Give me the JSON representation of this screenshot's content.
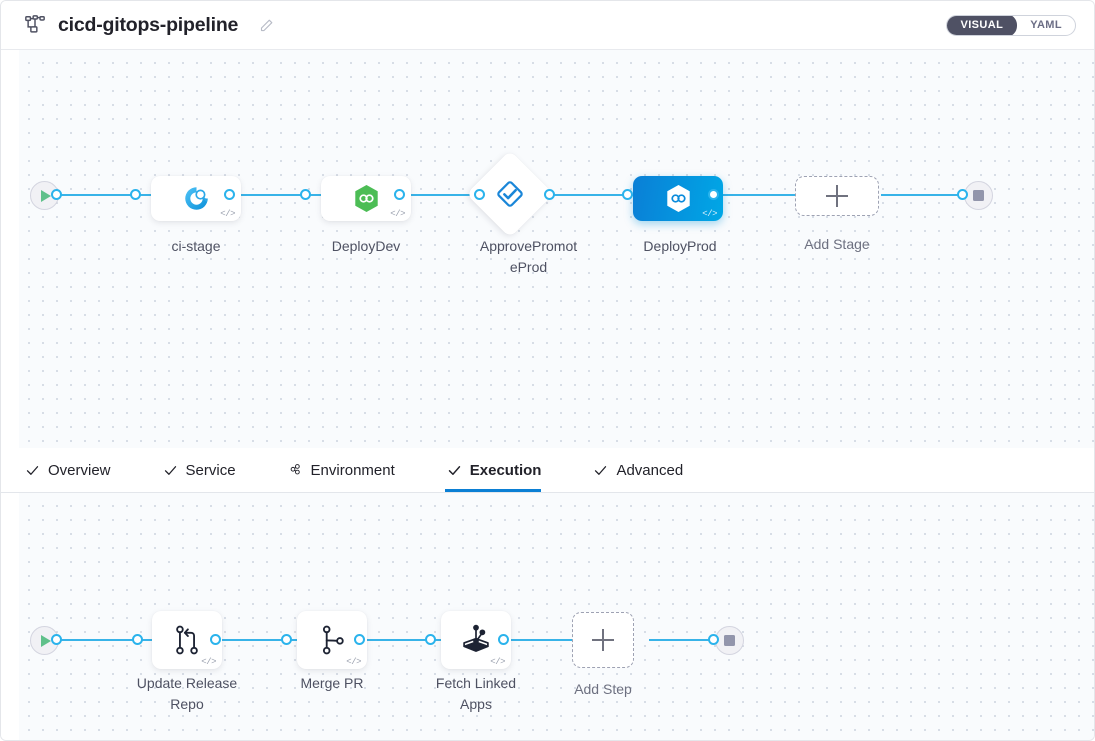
{
  "header": {
    "icon": "pipeline-icon",
    "title": "cicd-gitops-pipeline",
    "edit_icon": "pencil-edit-icon",
    "mode_toggle": {
      "options": [
        "VISUAL",
        "YAML"
      ],
      "selected": "VISUAL"
    }
  },
  "stage_graph": {
    "start_node": {
      "icon": "play-icon",
      "label": ""
    },
    "end_node": {
      "icon": "stop-icon",
      "label": ""
    },
    "nodes": [
      {
        "id": "ci-stage",
        "label": "ci-stage",
        "shape": "rounded",
        "icon": "ci-build-icon",
        "icon_color": "#35b7ec",
        "selected": false,
        "code_badge": "</>"
      },
      {
        "id": "deploy-dev",
        "label": "DeployDev",
        "shape": "rounded",
        "icon": "gitops-hexagon-icon",
        "icon_color": "#4bbd52",
        "selected": false,
        "code_badge": "</>"
      },
      {
        "id": "approve-promote-prod",
        "label": "ApprovePromotePro d",
        "shape": "diamond",
        "icon": "approval-check-icon",
        "icon_color": "#1a86d8",
        "selected": false,
        "code_badge": ""
      },
      {
        "id": "deploy-prod",
        "label": "DeployProd",
        "shape": "rounded",
        "icon": "gitops-hexagon-icon",
        "icon_color": "#ffffff",
        "selected": true,
        "code_badge": "</>"
      }
    ],
    "add_node": {
      "label": "Add Stage",
      "icon": "plus-icon"
    }
  },
  "labels": {
    "approve_line1": "ApprovePromot",
    "approve_line2": "eProd",
    "update_line1": "Update Release",
    "update_line2": "Repo",
    "fetch_line1": "Fetch Linked",
    "fetch_line2": "Apps"
  },
  "tabs": [
    {
      "id": "overview",
      "label": "Overview",
      "icon": "check-icon",
      "active": false
    },
    {
      "id": "service",
      "label": "Service",
      "icon": "check-icon",
      "active": false
    },
    {
      "id": "environment",
      "label": "Environment",
      "icon": "environment-icon",
      "active": false
    },
    {
      "id": "execution",
      "label": "Execution",
      "icon": "check-icon",
      "active": true
    },
    {
      "id": "advanced",
      "label": "Advanced",
      "icon": "check-icon",
      "active": false
    }
  ],
  "step_graph": {
    "start_node": {
      "icon": "play-icon"
    },
    "end_node": {
      "icon": "stop-icon"
    },
    "nodes": [
      {
        "id": "update-release-repo",
        "label": "Update Release Repo",
        "icon": "git-merge-icon",
        "code_badge": "</>"
      },
      {
        "id": "merge-pr",
        "label": "Merge PR",
        "icon": "git-branch-icon",
        "code_badge": "</>"
      },
      {
        "id": "fetch-linked-apps",
        "label": "Fetch Linked Apps",
        "icon": "package-3d-icon",
        "code_badge": "</>"
      }
    ],
    "add_node": {
      "label": "Add Step",
      "icon": "plus-icon"
    }
  },
  "colors": {
    "accent": "#0b7fd4",
    "edge": "#38b3e8",
    "selected_node_start": "#0a7fd6",
    "selected_node_end": "#00a7e6",
    "canvas_bg": "#f9fbfd",
    "play_green": "#5fc08a",
    "stop_gray": "#9295ab"
  }
}
